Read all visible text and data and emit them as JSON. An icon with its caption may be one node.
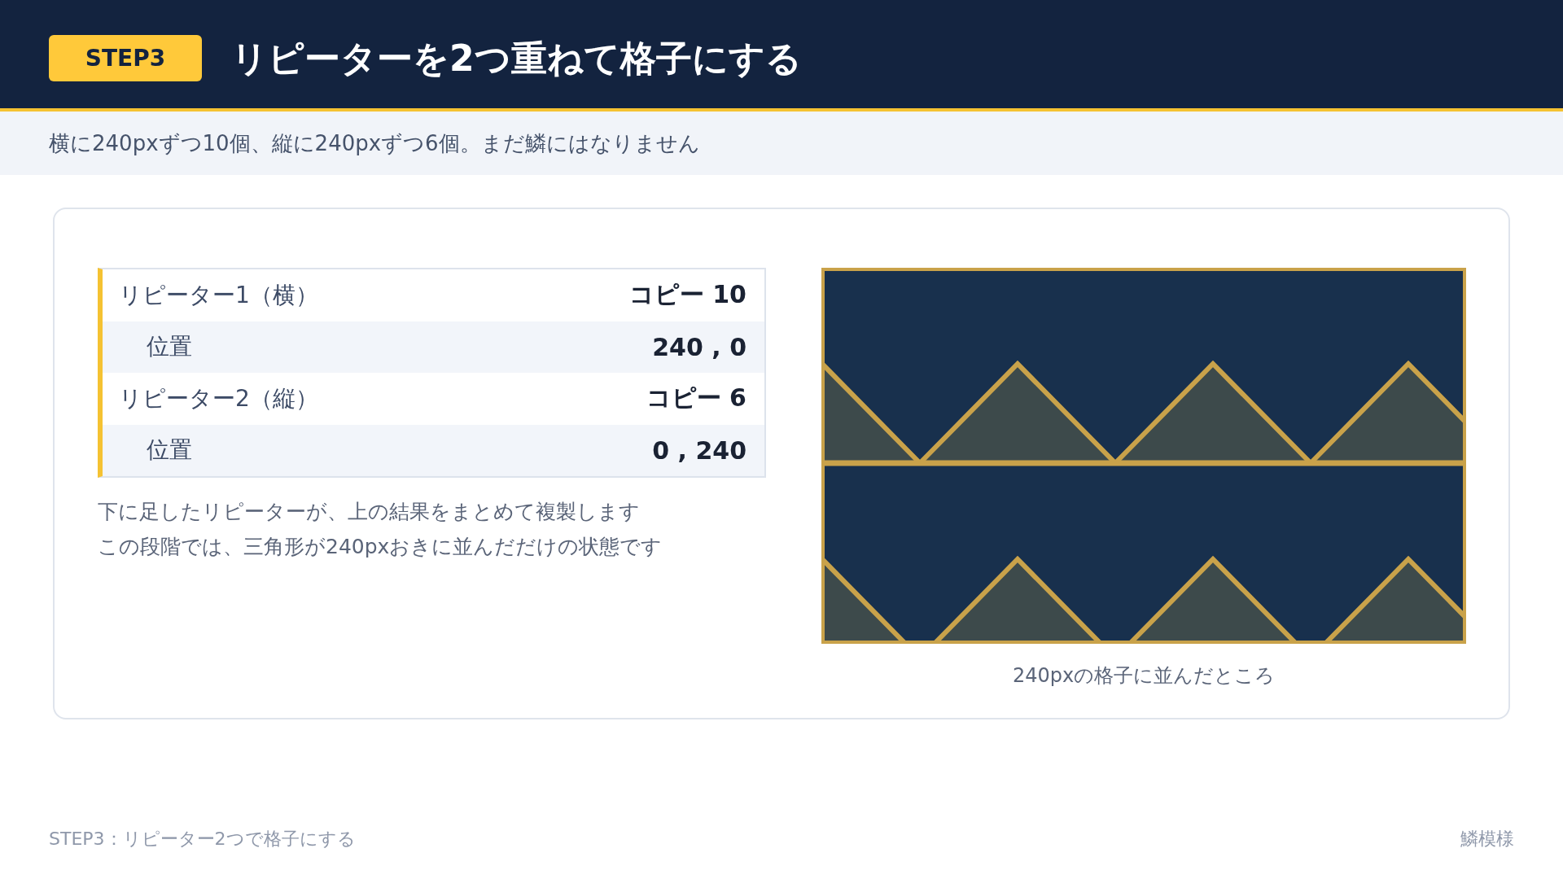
{
  "diagram": {
    "title": "リピーターを2つ重ねて格子にする",
    "nodes": [
      {
        "text": [
          "STEP3"
        ]
      }
    ],
    "labels": [
      "横に240pxずつ10個、縦に240pxずつ6個。まだ鱗にはなりません",
      "リピーター1（横）",
      "コピー 10",
      "位置",
      "240 , 0",
      "リピーター2（縦）",
      "コピー 6",
      "位置",
      "0 , 240",
      "下に足したリピーターが、上の結果をまとめて複製します",
      "この段階では、三角形が240pxおきに並んだだけの状態です",
      "240pxの格子に並んだところ",
      "STEP3：リピーター2つで格子にする",
      "鱗模様"
    ]
  }
}
